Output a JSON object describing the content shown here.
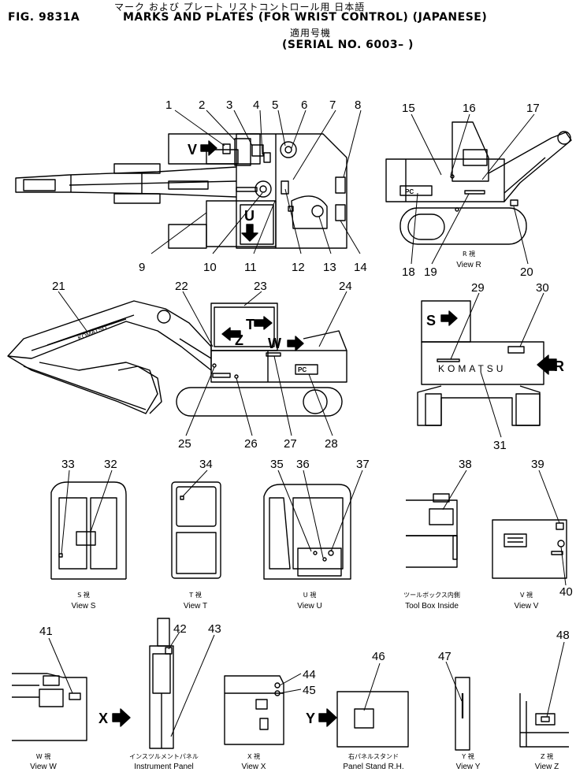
{
  "title": {
    "jp_line1": "マーク および プレート リストコントロール用 日本語",
    "fig_no": "FIG. 9831A",
    "en_line1": "MARKS AND PLATES (FOR WRIST CONTROL) (JAPANESE)",
    "jp_line2": "適用号機",
    "serial": "(SERIAL NO. 6003– )"
  },
  "callouts": [
    "1",
    "2",
    "3",
    "4",
    "5",
    "6",
    "7",
    "8",
    "9",
    "10",
    "11",
    "12",
    "13",
    "14",
    "15",
    "16",
    "17",
    "18",
    "19",
    "20",
    "21",
    "22",
    "23",
    "24",
    "25",
    "26",
    "27",
    "28",
    "29",
    "30",
    "31",
    "32",
    "33",
    "34",
    "35",
    "36",
    "37",
    "38",
    "39",
    "40",
    "41",
    "42",
    "43",
    "44",
    "45",
    "46",
    "47",
    "48"
  ],
  "view_letters": {
    "V": "V",
    "U": "U",
    "T": "T",
    "W": "W",
    "Z": "Z",
    "S": "S",
    "R": "R",
    "X": "X",
    "Y": "Y"
  },
  "texts": {
    "komatsu": "KOMATSU",
    "pc": "PC"
  },
  "captions": {
    "r": {
      "jp": "R 視",
      "en": "View R"
    },
    "s": {
      "jp": "S 視",
      "en": "View S"
    },
    "t": {
      "jp": "T 視",
      "en": "View T"
    },
    "u": {
      "jp": "U 視",
      "en": "View U"
    },
    "tool": {
      "jp": "ツールボックス内側",
      "en": "Tool Box Inside"
    },
    "v": {
      "jp": "V 視",
      "en": "View V"
    },
    "w": {
      "jp": "W 視",
      "en": "View W"
    },
    "inst": {
      "jp": "インスツルメントパネル",
      "en": "Instrument Panel"
    },
    "x": {
      "jp": "X 視",
      "en": "View X"
    },
    "panel": {
      "jp": "右パネルスタンド",
      "en": "Panel Stand R.H."
    },
    "y": {
      "jp": "Y 視",
      "en": "View Y"
    },
    "z": {
      "jp": "Z 視",
      "en": "View Z"
    }
  }
}
